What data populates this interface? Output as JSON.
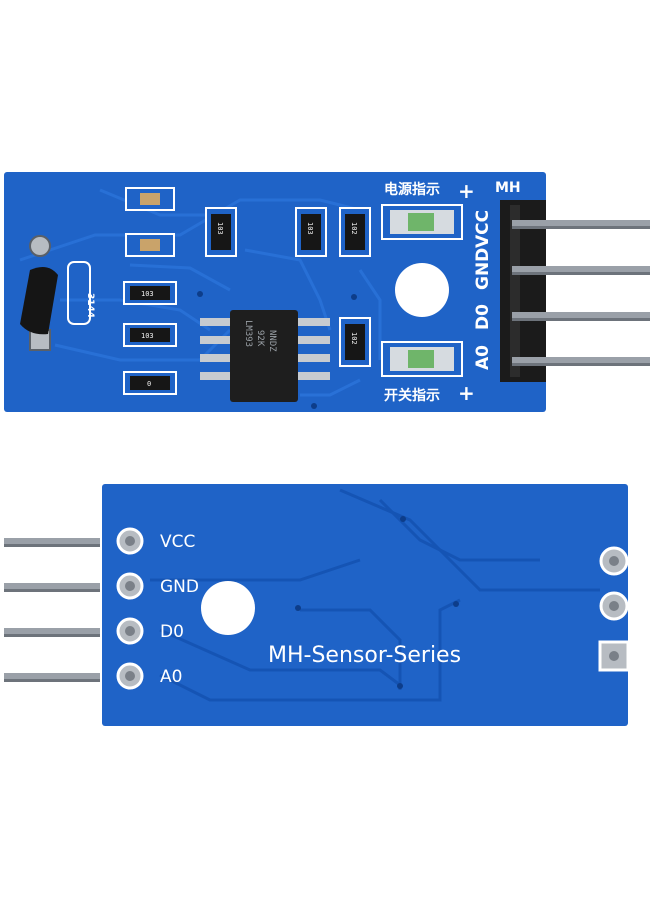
{
  "image": {
    "subject": "sensor-module-photo",
    "colors": {
      "background": "#ffffff",
      "pcb": "#1f63c7",
      "pcb_dark": "#1554b4",
      "trace": "#2a72d8",
      "silkscreen": "#ffffff",
      "pin": "#9aa0a8",
      "header": "#1b1b1b",
      "chip": "#1e1e1e",
      "led": "#6fb56a"
    }
  },
  "front_board": {
    "header_label": "MH",
    "pin_labels": [
      "VCC",
      "GND",
      "D0",
      "A0"
    ],
    "led_power_label": "电源指示",
    "led_switch_label": "开关指示",
    "plus_sign": "+",
    "sensor_marking": "3144",
    "chip_lines": [
      "LM393",
      "92K",
      "NNDZ"
    ],
    "resistor_codes": [
      "103",
      "103",
      "102",
      "103",
      "103",
      "102",
      "0"
    ]
  },
  "back_board": {
    "pin_labels": [
      "VCC",
      "GND",
      "D0",
      "A0"
    ],
    "series_label": "MH-Sensor-Series"
  }
}
